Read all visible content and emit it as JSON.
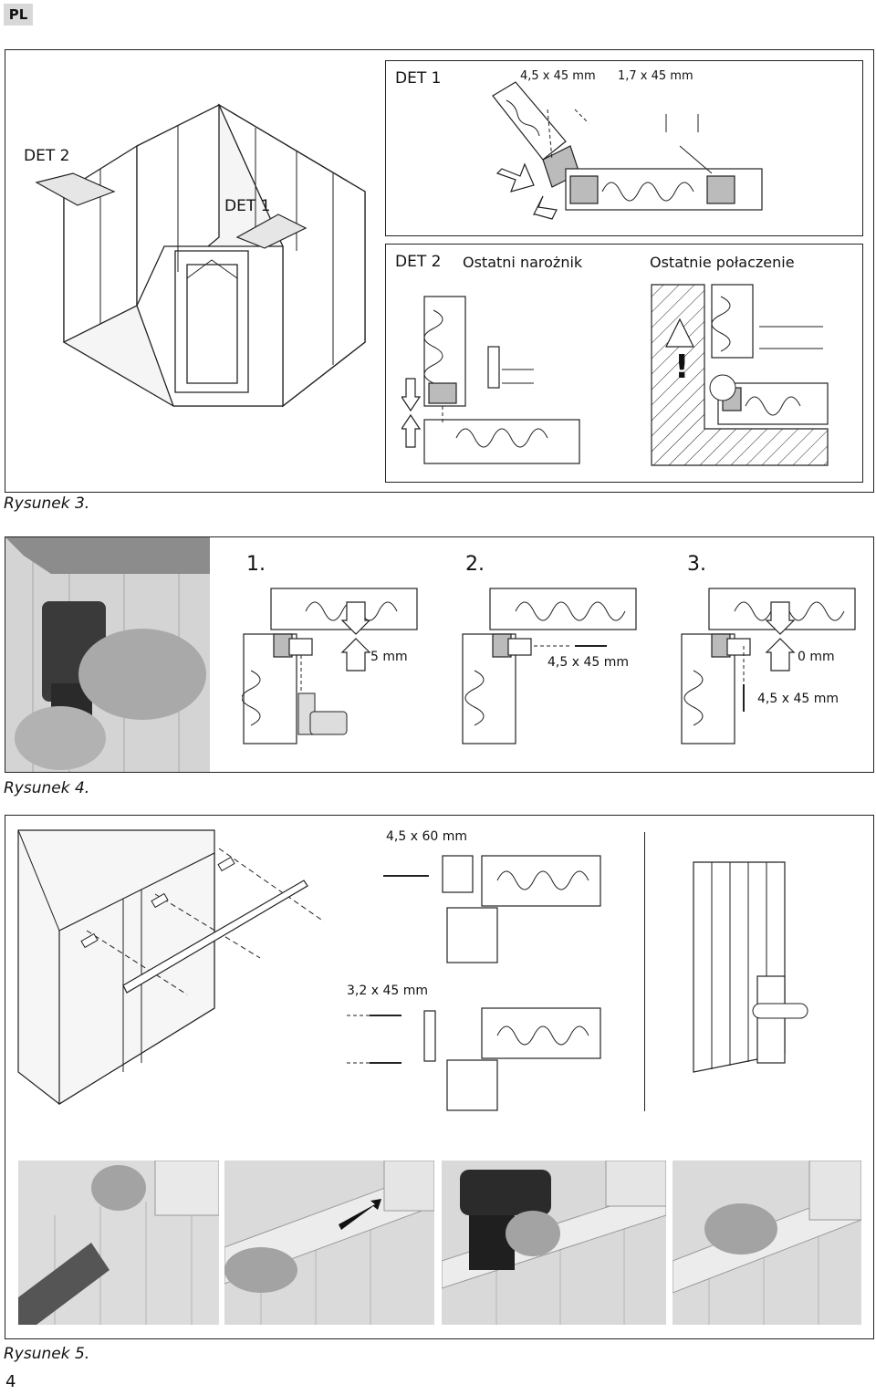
{
  "header": {
    "lang_badge": "PL"
  },
  "figure3": {
    "caption": "Rysunek 3.",
    "det2_label": "DET 2",
    "det1_label": "DET 1",
    "det1_panel": {
      "title": "DET 1",
      "dim_a": "4,5 x 45 mm",
      "dim_b": "1,7 x 45 mm"
    },
    "det2_panel": {
      "title": "DET 2",
      "sub_a": "Ostatni narożnik",
      "sub_b": "Ostatnie połaczenie",
      "warning": "!"
    }
  },
  "figure4": {
    "caption": "Rysunek 4.",
    "steps": [
      {
        "num": "1.",
        "dim": "5 mm"
      },
      {
        "num": "2.",
        "dim": "4,5 x 45 mm"
      },
      {
        "num": "3.",
        "dim": "0 mm",
        "dim2": "4,5 x 45 mm"
      }
    ]
  },
  "figure5": {
    "caption": "Rysunek 5.",
    "dim_a": "4,5 x 60 mm",
    "dim_b": "3,2 x 45 mm"
  },
  "footer": {
    "page_number": "4"
  }
}
